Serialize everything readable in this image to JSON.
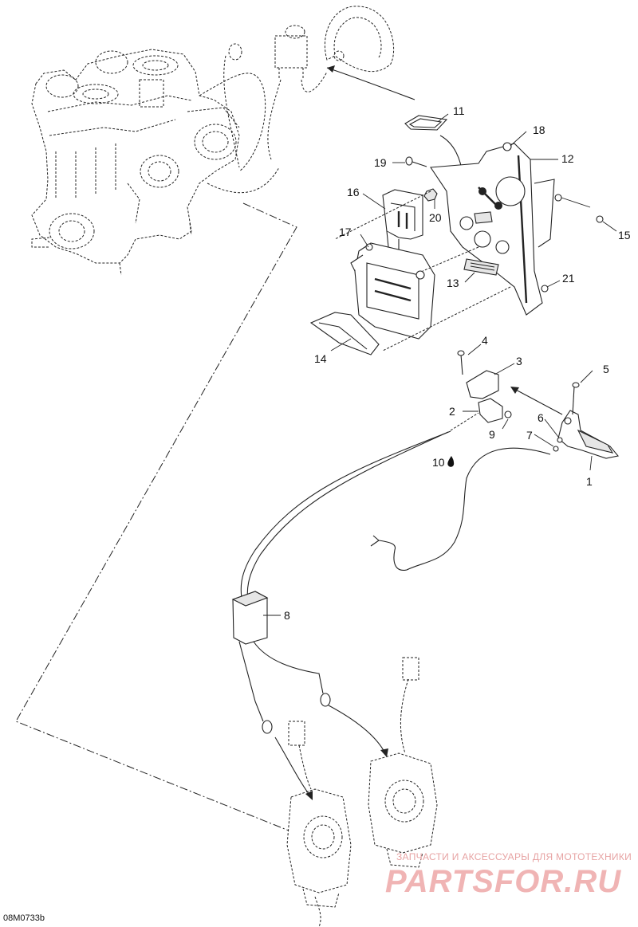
{
  "diagram": {
    "reference_code": "08M0733b",
    "watermark": {
      "text": "ЗАПЧАСТИ И АКСЕССУАРЫ ДЛЯ МОТОТЕХНИКИ",
      "logo": "PARTSFOR.RU"
    },
    "callouts": [
      {
        "id": "c1",
        "label": "1"
      },
      {
        "id": "c2",
        "label": "2"
      },
      {
        "id": "c3",
        "label": "3"
      },
      {
        "id": "c4",
        "label": "4"
      },
      {
        "id": "c5",
        "label": "5"
      },
      {
        "id": "c6",
        "label": "6"
      },
      {
        "id": "c7",
        "label": "7"
      },
      {
        "id": "c8",
        "label": "8"
      },
      {
        "id": "c9",
        "label": "9"
      },
      {
        "id": "c10",
        "label": "10"
      },
      {
        "id": "c11",
        "label": "11"
      },
      {
        "id": "c12",
        "label": "12"
      },
      {
        "id": "c13",
        "label": "13"
      },
      {
        "id": "c14",
        "label": "14"
      },
      {
        "id": "c15",
        "label": "15"
      },
      {
        "id": "c16",
        "label": "16"
      },
      {
        "id": "c17",
        "label": "17"
      },
      {
        "id": "c18",
        "label": "18"
      },
      {
        "id": "c19",
        "label": "19"
      },
      {
        "id": "c20",
        "label": "20"
      },
      {
        "id": "c21",
        "label": "21"
      }
    ]
  }
}
